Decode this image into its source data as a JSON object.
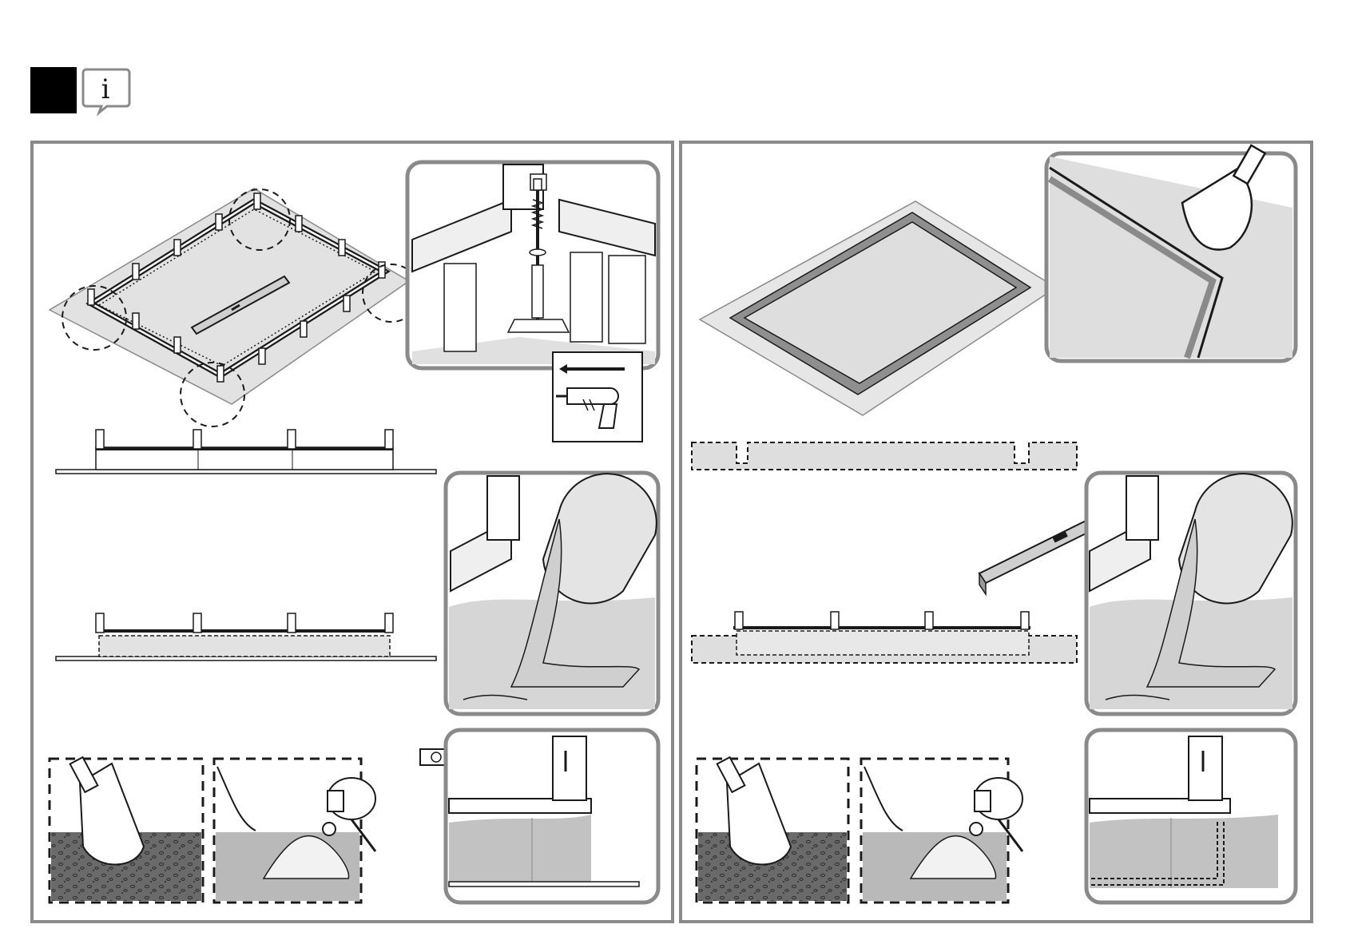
{
  "header": {
    "step_marker": "",
    "info_icon": "info-speech-bubble-icon",
    "info_glyph": "i"
  },
  "colors": {
    "frame": "#8a8a8a",
    "light_fill": "#dedede",
    "mid_fill": "#bdbdbd",
    "dark_fill": "#5a5a5a",
    "ink": "#1a1a1a"
  },
  "panels": {
    "left": {
      "name": "left-procedure-panel",
      "steps": [
        "frame-on-ground-isometric",
        "corner-anchor-detail",
        "drill-tool-inset",
        "frame-side-view-on-ground",
        "concrete-pour-detail",
        "frame-side-view-with-footing",
        "dig-trench",
        "mix-concrete",
        "level-check-detail"
      ]
    },
    "right": {
      "name": "right-procedure-panel",
      "steps": [
        "concrete-slab-isometric",
        "trowel-edge-detail",
        "trench-profile",
        "level-on-frame-side-view",
        "concrete-pour-detail",
        "dig-trench",
        "mix-concrete",
        "footing-result-detail"
      ]
    }
  },
  "footer": {
    "note": ""
  }
}
